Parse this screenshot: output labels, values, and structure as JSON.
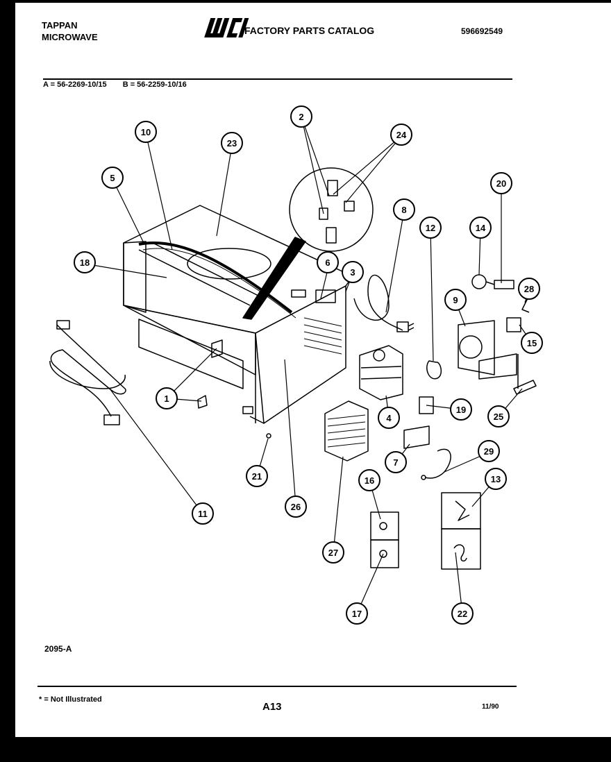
{
  "header": {
    "brand_line1": "TAPPAN",
    "brand_line2": "MICROWAVE",
    "logo_text": "WCI",
    "catalog_title": "FACTORY PARTS CATALOG",
    "catalog_number": "596692549"
  },
  "models": {
    "a": "A = 56-2269-10/15",
    "b": "B = 56-2259-10/16"
  },
  "figure_code": "2095-A",
  "footer": {
    "note": "* = Not Illustrated",
    "page": "A13",
    "date": "11/90"
  },
  "callouts": [
    {
      "id": "c1",
      "label": "1"
    },
    {
      "id": "c2",
      "label": "2"
    },
    {
      "id": "c3",
      "label": "3"
    },
    {
      "id": "c4",
      "label": "4"
    },
    {
      "id": "c5",
      "label": "5"
    },
    {
      "id": "c6",
      "label": "6"
    },
    {
      "id": "c7",
      "label": "7"
    },
    {
      "id": "c8",
      "label": "8"
    },
    {
      "id": "c9",
      "label": "9"
    },
    {
      "id": "c10",
      "label": "10"
    },
    {
      "id": "c11",
      "label": "11"
    },
    {
      "id": "c12",
      "label": "12"
    },
    {
      "id": "c13",
      "label": "13"
    },
    {
      "id": "c14",
      "label": "14"
    },
    {
      "id": "c15",
      "label": "15"
    },
    {
      "id": "c16",
      "label": "16"
    },
    {
      "id": "c17",
      "label": "17"
    },
    {
      "id": "c18",
      "label": "18"
    },
    {
      "id": "c19",
      "label": "19"
    },
    {
      "id": "c20",
      "label": "20"
    },
    {
      "id": "c21",
      "label": "21"
    },
    {
      "id": "c22",
      "label": "22"
    },
    {
      "id": "c23",
      "label": "23"
    },
    {
      "id": "c24",
      "label": "24"
    },
    {
      "id": "c25",
      "label": "25"
    },
    {
      "id": "c26",
      "label": "26"
    },
    {
      "id": "c27",
      "label": "27"
    },
    {
      "id": "c28",
      "label": "28"
    },
    {
      "id": "c29",
      "label": "29"
    }
  ]
}
